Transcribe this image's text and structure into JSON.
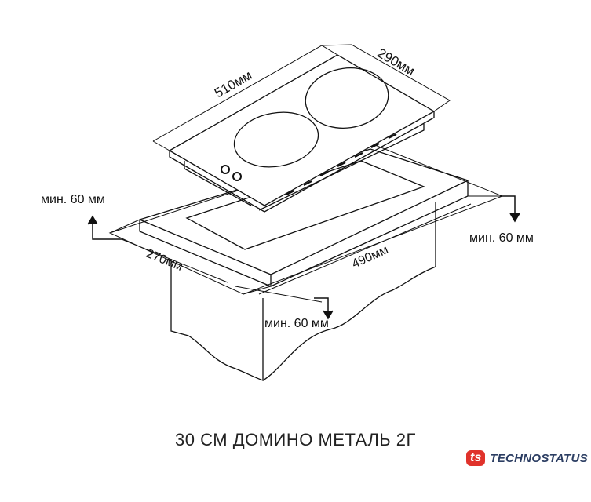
{
  "diagram": {
    "hob_width": "510мм",
    "hob_depth": "290мм",
    "cutout_depth": "270мм",
    "cutout_width": "490мм",
    "clearance_left": "мин. 60 мм",
    "clearance_right": "мин. 60 мм",
    "clearance_front": "мин. 60 мм"
  },
  "title": "30 СМ ДОМИНО МЕТАЛЬ 2Г",
  "logo": {
    "mark": "ts",
    "text": "TECHNOSTATUS",
    "color": "#e0322b",
    "text_color": "#2c3e63"
  }
}
